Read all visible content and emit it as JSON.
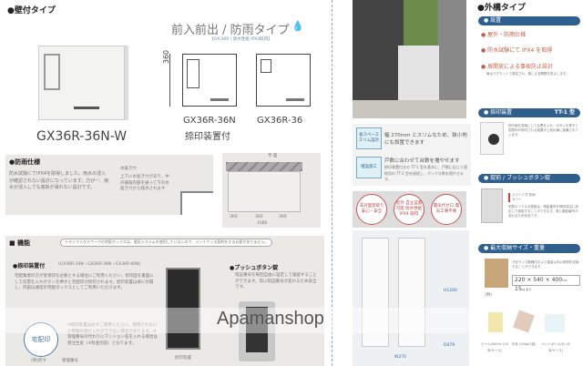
{
  "left": {
    "section_title": "●壁付タイプ",
    "type_title": "前入前出 / 防雨タイプ",
    "type_sub": "【GX-36R / 防水性能 IPX4取得】",
    "main_model": "GX36R-36N-W",
    "dim_height": "360",
    "model_a": "GX36R-36N",
    "model_a_sub": "捺印装置付",
    "model_b": "GX36R-36",
    "rain": {
      "title": "●防雨仕様",
      "text": "防水試験にてIPX4を取得しました。雨水の浸入が確認されない設計になっています。万が一、雨水が浸入しても底板が濡れない設計です。",
      "drain_label": "水抜き穴",
      "drain_text": "上下に水抜き穴があり、中の補強内部を通って下の水抜き穴から排水されます"
    },
    "plan": {
      "title": "平 面",
      "dims": [
        "360",
        "360",
        "360"
      ],
      "total": "1080"
    },
    "features": {
      "title": "■ 機能",
      "note": "＊タジマメタルワークの宅配ボックスは、電気システムを使用していないので、メンテナンス契約をする必要がありません。",
      "stamp_title": "●捺印装置付",
      "stamp_models": "(GX36R-30N・GX36R-36N・GX36R-60N)",
      "stamp_text": "宅配業者の方が受領印を必要とする場合にご利用ください。捺印面を書面にして伝票を入れボタンを押すと宅配印が捺印されます。捺印装置は扉に付属し、内部は通常の宅配ボックスとしてご利用いただけます。",
      "stamp_note": "※捺印装置は必ずご使用ください。使用されないと荷物の預け入れができない場合があります。※管理番号の代わりにマンション名を入れる場合は受注生産（※料金別途）となります。",
      "seal_text": "宅配印",
      "seal_caption": "(例)捺す",
      "seal_label": "管理番号",
      "device_label": "捺印装置",
      "push_title": "●プッシュボタン錠",
      "push_text": "暗証番号を毎回自由に設定して施錠することができます。常に暗証番号が変わるため安全です。"
    }
  },
  "right": {
    "slim_tag": "省スペース スリム設計",
    "slim_text": "幅 270mm とスリムなため、狭小地にも設置できます",
    "add_tag": "増設施工",
    "add_title": "戸数に合わせて台数を増やせます",
    "add_text": "捺印装置付きの TT-1 型を基本に、戸数に応じて連結用の TT-2 型を接続し、ボックス数を増やせます。",
    "badges": [
      "非対面受取り 安心・安全",
      "屋外 自立設置可能 防水性能 IPX4 取得",
      "電気代ゼロ 電気工事不要"
    ],
    "dims": {
      "h": "H1260",
      "w": "W270",
      "d": "D479"
    }
  },
  "far": {
    "title": "●外構タイプ",
    "install": {
      "label": "● 設置",
      "items": [
        "● 屋外・防雨仕様",
        "● 防水試験にて IPX4 を取得",
        "● 扉開放による事故防止設計"
      ],
      "note": "扉はマグネットで固定され、風による開閉を防止します。"
    },
    "stamp": {
      "label": "● 捺印装置",
      "model": "TT-1 型",
      "text": "捺印面を書面にして伝票を入れ、ボタンを押すと宅配印が捺印される装置が上段の扉に装備されています。"
    },
    "lock": {
      "label": "● 錠前 / プッシュボタン錠",
      "cover": "スライド式 防雨カバー",
      "text": "宅配ボックスの施錠は、暗証番号を毎回自由に設定して施錠することができます。常に暗証番号が変わるため安全です。"
    },
    "size": {
      "label": "● 最大収納サイズ・重量",
      "text": "下記サイズ範囲内および重量以内の荷物を収納することができます。",
      "dims": "220 × 540 × 400",
      "unit": "mm",
      "weight": "15",
      "weight_unit": "kg まで",
      "example": "(例)",
      "items": [
        "ビール/500ml (24本/ケース)",
        "お米 (10kg/1袋)",
        "ペットボトル/2L (6本/ケース)"
      ]
    }
  },
  "watermark": "Apamanshop",
  "colors": {
    "accent": "#2f5f8f",
    "drop": "#5aa9d6"
  }
}
